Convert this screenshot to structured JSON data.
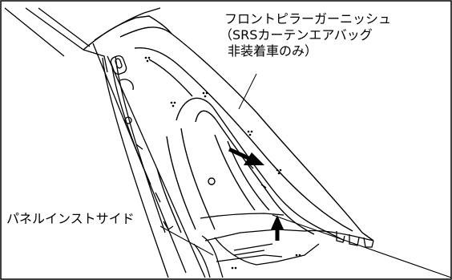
{
  "labels": {
    "garnish_line1": "フロントピラーガーニッシュ",
    "garnish_line2": "（SRSカーテンエアバッグ",
    "garnish_line3": "非装着車のみ）",
    "panel": "パネルインストサイド"
  },
  "colors": {
    "line": "#000000",
    "background": "#ffffff"
  }
}
